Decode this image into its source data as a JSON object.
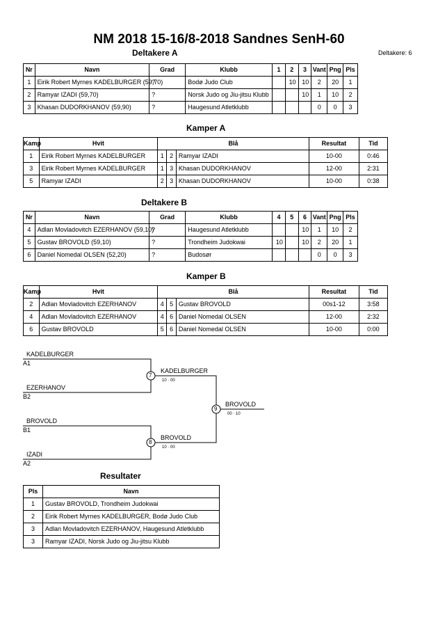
{
  "title": "NM 2018  15-16/8-2018  Sandnes   SenH-60",
  "participants_count": "Deltakere: 6",
  "deltakere_a": {
    "heading": "Deltakere A",
    "headers": [
      "Nr",
      "Navn",
      "Grad",
      "Klubb",
      "1",
      "2",
      "3",
      "Vant",
      "Png",
      "Pls"
    ],
    "rows": [
      {
        "nr": "1",
        "navn": "Eirik Robert Myrnes KADELBURGER  (59,70)",
        "grad": "?",
        "klubb": "Bodø Judo Club",
        "r1": "",
        "r2": "10",
        "r3": "10",
        "vant": "2",
        "png": "20",
        "pls": "1"
      },
      {
        "nr": "2",
        "navn": "Ramyar IZADI  (59,70)",
        "grad": "?",
        "klubb": "Norsk Judo og Jiu-jitsu Klubb",
        "r1": "",
        "r2": "",
        "r3": "10",
        "vant": "1",
        "png": "10",
        "pls": "2"
      },
      {
        "nr": "3",
        "navn": "Khasan DUDORKHANOV  (59,90)",
        "grad": "?",
        "klubb": "Haugesund Atletklubb",
        "r1": "",
        "r2": "",
        "r3": "",
        "vant": "0",
        "png": "0",
        "pls": "3"
      }
    ]
  },
  "kamper_a": {
    "heading": "Kamper A",
    "headers": [
      "Kamp",
      "Hvit",
      "Blå",
      "Resultat",
      "Tid"
    ],
    "rows": [
      {
        "kamp": "1",
        "hvit": "Eirik Robert Myrnes KADELBURGER",
        "hn": "1",
        "bn": "2",
        "bla": "Ramyar IZADI",
        "res": "10-00",
        "tid": "0:46"
      },
      {
        "kamp": "3",
        "hvit": "Eirik Robert Myrnes KADELBURGER",
        "hn": "1",
        "bn": "3",
        "bla": "Khasan DUDORKHANOV",
        "res": "12-00",
        "tid": "2:31"
      },
      {
        "kamp": "5",
        "hvit": "Ramyar IZADI",
        "hn": "2",
        "bn": "3",
        "bla": "Khasan DUDORKHANOV",
        "res": "10-00",
        "tid": "0:38"
      }
    ]
  },
  "deltakere_b": {
    "heading": "Deltakere B",
    "headers": [
      "Nr",
      "Navn",
      "Grad",
      "Klubb",
      "4",
      "5",
      "6",
      "Vant",
      "Png",
      "Pls"
    ],
    "rows": [
      {
        "nr": "4",
        "navn": "Adlan Movladovitch EZERHANOV  (59,10)",
        "grad": "?",
        "klubb": "Haugesund Atletklubb",
        "r1": "",
        "r2": "",
        "r3": "10",
        "vant": "1",
        "png": "10",
        "pls": "2"
      },
      {
        "nr": "5",
        "navn": "Gustav BROVOLD  (59,10)",
        "grad": "?",
        "klubb": "Trondheim Judokwai",
        "r1": "10",
        "r2": "",
        "r3": "10",
        "vant": "2",
        "png": "20",
        "pls": "1"
      },
      {
        "nr": "6",
        "navn": "Daniel Nomedal OLSEN  (52,20)",
        "grad": "?",
        "klubb": "Budosør",
        "r1": "",
        "r2": "",
        "r3": "",
        "vant": "0",
        "png": "0",
        "pls": "3"
      }
    ]
  },
  "kamper_b": {
    "heading": "Kamper B",
    "headers": [
      "Kamp",
      "Hvit",
      "Blå",
      "Resultat",
      "Tid"
    ],
    "rows": [
      {
        "kamp": "2",
        "hvit": "Adlan Movladovitch EZERHANOV",
        "hn": "4",
        "bn": "5",
        "bla": "Gustav BROVOLD",
        "res": "00s1-12",
        "tid": "3:58"
      },
      {
        "kamp": "4",
        "hvit": "Adlan Movladovitch EZERHANOV",
        "hn": "4",
        "bn": "6",
        "bla": "Daniel Nomedal OLSEN",
        "res": "12-00",
        "tid": "2:32"
      },
      {
        "kamp": "6",
        "hvit": "Gustav BROVOLD",
        "hn": "5",
        "bn": "6",
        "bla": "Daniel Nomedal OLSEN",
        "res": "10-00",
        "tid": "0:00"
      }
    ]
  },
  "bracket": {
    "e1_name": "KADELBURGER",
    "e1_seed": "A1",
    "e2_name": "EZERHANOV",
    "e2_seed": "B2",
    "e3_name": "BROVOLD",
    "e3_seed": "B1",
    "e4_name": "IZADI",
    "e4_seed": "A2",
    "m7_num": "7",
    "m7_winner": "KADELBURGER",
    "m7_score": "10 · 00",
    "m8_num": "8",
    "m8_winner": "BROVOLD",
    "m8_score": "10 · 00",
    "m9_num": "9",
    "m9_winner": "BROVOLD",
    "m9_score": "00 · 10"
  },
  "resultater": {
    "heading": "Resultater",
    "headers": [
      "Pls",
      "Navn"
    ],
    "rows": [
      {
        "pls": "1",
        "navn": "Gustav BROVOLD, Trondheim Judokwai"
      },
      {
        "pls": "2",
        "navn": "Eirik Robert Myrnes KADELBURGER, Bodø Judo Club"
      },
      {
        "pls": "3",
        "navn": "Adlan Movladovitch EZERHANOV, Haugesund Atletklubb"
      },
      {
        "pls": "3",
        "navn": "Ramyar IZADI, Norsk Judo og Jiu-jitsu Klubb"
      }
    ]
  }
}
